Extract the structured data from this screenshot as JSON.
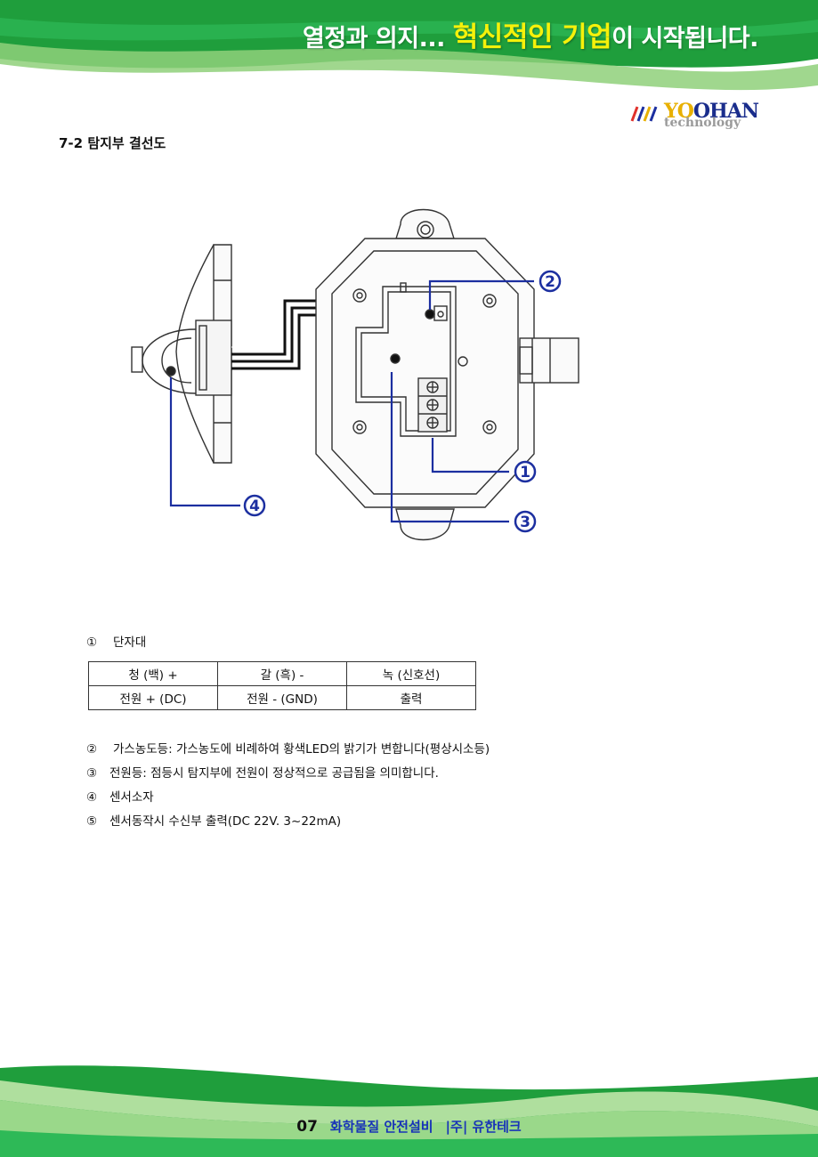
{
  "header": {
    "slogan_pre": "열정과 의지... ",
    "slogan_highlight": "혁신적인 기업",
    "slogan_post": "이 시작됩니다.",
    "logo_word_a": "YO",
    "logo_word_b": "OHAN",
    "logo_sub": "technology"
  },
  "section": {
    "title": "7-2 탐지부 결선도"
  },
  "diagram": {
    "callout_1": "①",
    "callout_2": "②",
    "callout_3": "③",
    "callout_4": "④"
  },
  "items": {
    "item1": {
      "num": "①",
      "text": "단자대"
    },
    "item2": {
      "num": "②",
      "text": "가스농도등: 가스농도에 비례하여 황색LED의 밝기가 변합니다(평상시소등)"
    },
    "item3": {
      "num": "③",
      "text": "전원등: 점등시 탐지부에 전원이 정상적으로 공급됨을 의미합니다."
    },
    "item4": {
      "num": "④",
      "text": "센서소자"
    },
    "item5": {
      "num": "⑤",
      "text": "센서동작시 수신부 출력(DC 22V. 3~22mA)"
    }
  },
  "table": {
    "rows": [
      [
        "청 (백) +",
        "갈 (흑) -",
        "녹 (신호선)"
      ],
      [
        "전원 + (DC)",
        "전원 - (GND)",
        "출력"
      ]
    ]
  },
  "footer": {
    "page": "07",
    "category": "화학물질 안전설비",
    "company": "|주| 유한테크"
  },
  "colors": {
    "green": "#22a84a",
    "light_green": "#8fd07a",
    "callout_blue": "#1c2fa0",
    "highlight_yellow": "#f5f10a"
  }
}
